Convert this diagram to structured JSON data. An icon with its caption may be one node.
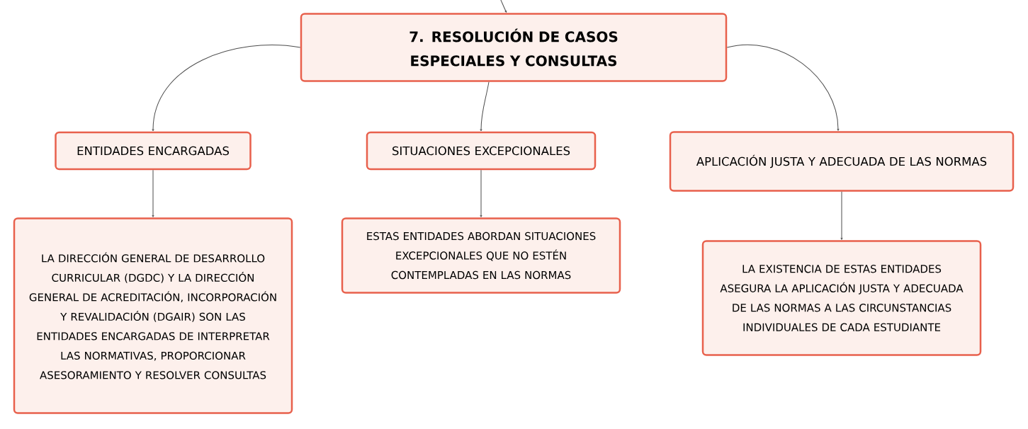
{
  "diagram": {
    "nodes": [
      {
        "text": [
          "7. RESOLUCIÓN DE CASOS ESPECIALES Y CONSULTAS"
        ]
      },
      {
        "text": [
          "ENTIDADES ENCARGADAS"
        ]
      },
      {
        "text": [
          "SITUACIONES EXCEPCIONALES"
        ]
      },
      {
        "text": [
          "APLICACIÓN JUSTA Y ADECUADA DE LAS NORMAS"
        ]
      },
      {
        "text": [
          "LA DIRECCIÓN GENERAL DE DESARROLLO CURRICULAR (DGDC) Y LA DIRECCIÓN GENERAL DE ACREDITACIÓN, INCORPORACIÓN Y REVALIDACIÓN (DGAIR) SON LAS ENTIDADES ENCARGADAS DE INTERPRETAR LAS NORMATIVAS, PROPORCIONAR ASESORAMIENTO Y RESOLVER CONSULTAS"
        ]
      },
      {
        "text": [
          "ESTAS ENTIDADES ABORDAN SITUACIONES EXCEPCIONALES QUE NO ESTÉN CONTEMPLADAS EN LAS NORMAS"
        ]
      },
      {
        "text": [
          "LA EXISTENCIA DE ESTAS ENTIDADES ASEGURA LA APLICACIÓN JUSTA Y ADECUADA DE LAS NORMAS A LAS CIRCUNSTANCIAS INDIVIDUALES DE CADA ESTUDIANTE"
        ]
      }
    ],
    "edges": [
      {
        "from": null,
        "to": 0,
        "arrow": "to"
      },
      {
        "from": 0,
        "to": 1,
        "arrow": "to"
      },
      {
        "from": 0,
        "to": 2,
        "arrow": "to"
      },
      {
        "from": 0,
        "to": 3,
        "arrow": "to"
      },
      {
        "from": 1,
        "to": 4,
        "arrow": "to"
      },
      {
        "from": 2,
        "to": 5,
        "arrow": "to"
      },
      {
        "from": 3,
        "to": 6,
        "arrow": "to"
      }
    ]
  }
}
